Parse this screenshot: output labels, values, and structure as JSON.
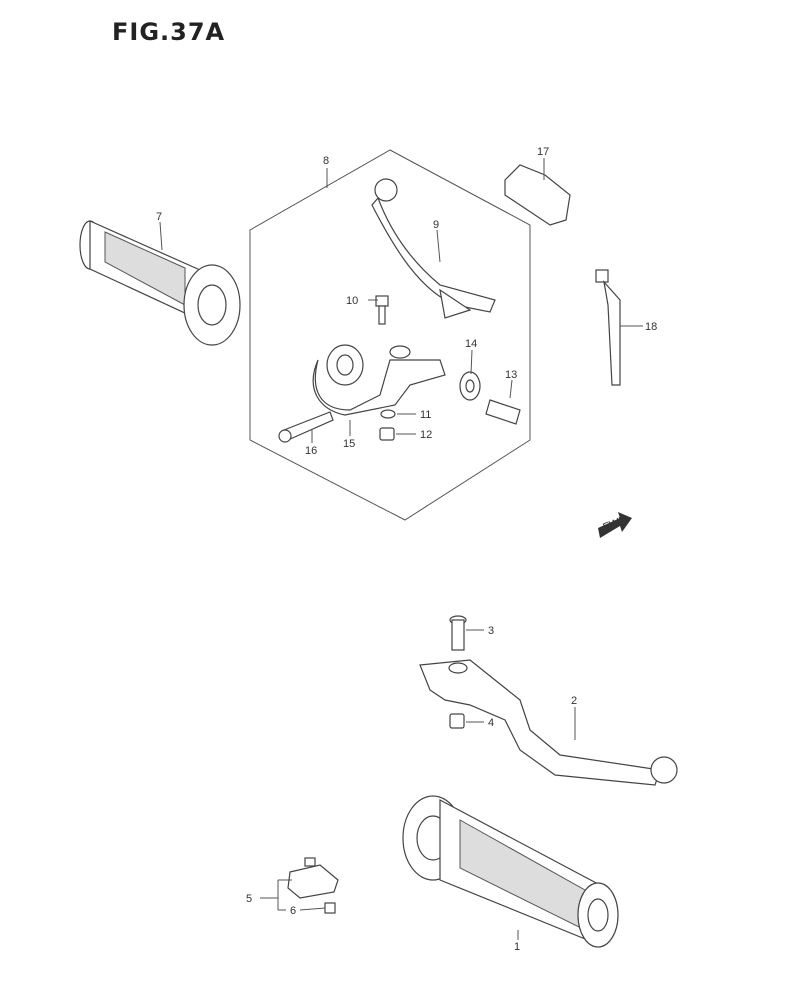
{
  "figure": {
    "title": "FIG.37A",
    "fwd_label": "FWD"
  },
  "callouts": {
    "c1": "1",
    "c2": "2",
    "c3": "3",
    "c4": "4",
    "c5": "5",
    "c6": "6",
    "c7": "7",
    "c8": "8",
    "c9": "9",
    "c10": "10",
    "c11": "11",
    "c12": "12",
    "c13": "13",
    "c14": "14",
    "c15": "15",
    "c16": "16",
    "c17": "17",
    "c18": "18"
  }
}
